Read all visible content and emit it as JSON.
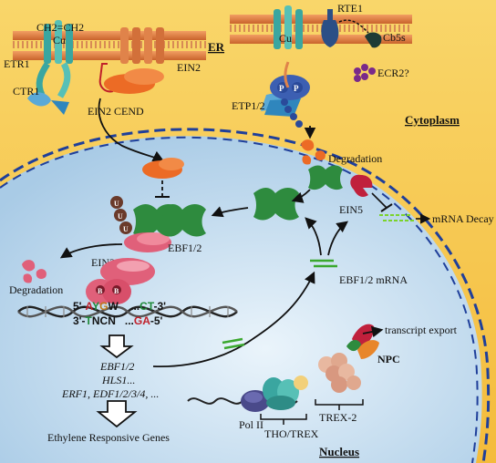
{
  "colors": {
    "cytoplasm": "#f7c94a",
    "nucleus": "#cfe3f3",
    "envelope": "#1f3f9a",
    "membrane": "#e0834a",
    "ebf": "#2e8b3e",
    "ein3": "#e0607a",
    "ein2_cend": "#ec6b25",
    "seq_red": "#c0202a",
    "seq_green": "#1f8a3a"
  },
  "labels": {
    "ch2": "CH2=CH2",
    "cu_left": "Cu",
    "cu_right": "Cu",
    "etr1": "ETR1",
    "ein2": "EIN2",
    "ctr1": "CTR1",
    "er": "ER",
    "rte1": "RTE1",
    "cb5s": "Cb5s",
    "ecr2": "ECR2?",
    "etp12": "ETP1/2",
    "cytoplasm": "Cytoplasm",
    "ein2_cend": "EIN2 CEND",
    "degradation_top": "Degradation",
    "ein5": "EIN5",
    "mrna_decay": "mRNA Decay",
    "ebf12_left": "EBF1/2",
    "ebf12_mrna": "EBF1/2 mRNA",
    "ein3_eil1": "EIN3/EIL1",
    "degradation_left": "Degradation",
    "ebf12_it": "EBF1/2",
    "hls1": "HLS1...",
    "erf_line": "ERF1, EDF1/2/3/4, ...",
    "ethylene_genes": "Ethylene Responsive Genes",
    "transcript_export": "transcript export",
    "npc": "NPC",
    "trex2": "TREX-2",
    "pol2": "Pol II",
    "tho_trex": "THO/TREX",
    "nucleus": "Nucleus",
    "p1": "P",
    "p2": "P",
    "b1": "B",
    "b2": "B",
    "u1": "U",
    "u2": "U",
    "u3": "U"
  },
  "sequence": {
    "top": {
      "a": "5'-",
      "b": "A",
      "c": "Y",
      "d": "G",
      "e": "W",
      "f": "...",
      "g": "CT",
      "h": "-3'"
    },
    "bottom": {
      "a": "3'-",
      "b": "T",
      "c": "NCN",
      "d": "...",
      "e": "GA",
      "f": "-5'"
    }
  }
}
